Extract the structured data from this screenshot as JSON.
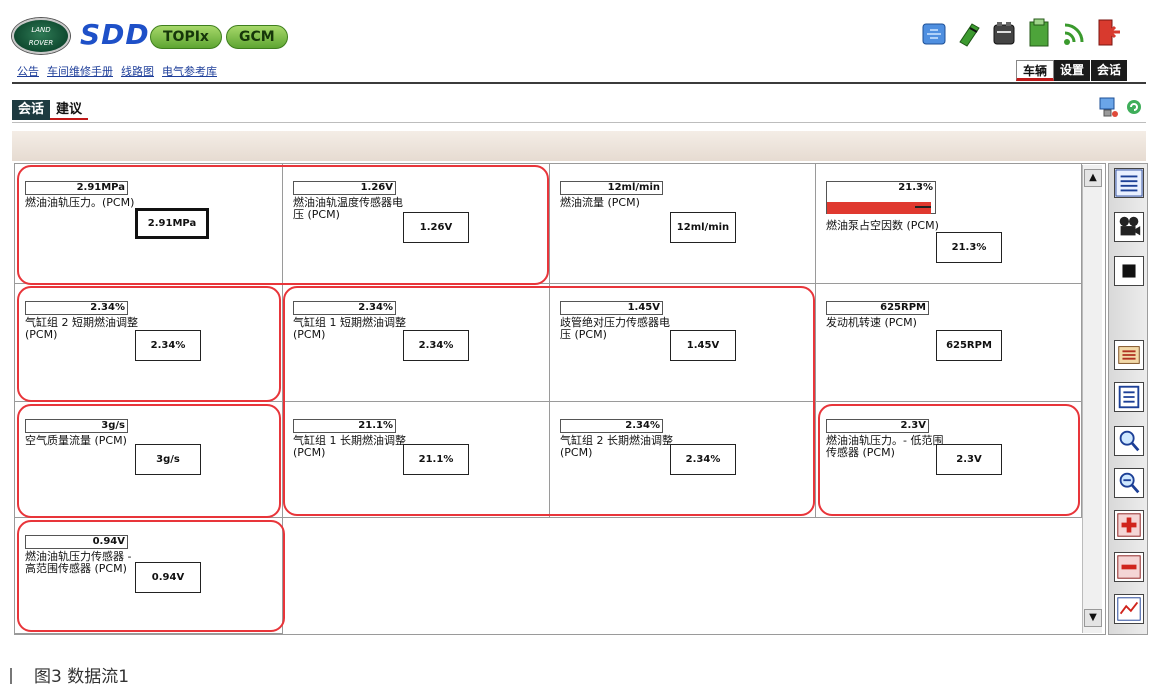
{
  "header": {
    "logo_text_top": "LAND",
    "logo_text_bottom": "ROVER",
    "app_name": "SDD",
    "buttons": [
      "TOPIx",
      "GCM"
    ],
    "links": [
      "公告",
      "车间维修手册",
      "线路图",
      "电气参考库"
    ],
    "tool_icons": [
      "network-icon",
      "diagnostic-tool-icon",
      "battery-icon",
      "clipboard-icon",
      "signal-icon",
      "exit-icon"
    ],
    "right_tabs": [
      {
        "label": "车辆",
        "active": true
      },
      {
        "label": "设置",
        "active": false
      },
      {
        "label": "会话",
        "active": false
      }
    ]
  },
  "subbar": {
    "tabs": [
      {
        "label": "会话",
        "active": false
      },
      {
        "label": "建议",
        "active": true
      }
    ],
    "icons": [
      "computer-icon",
      "refresh-icon"
    ]
  },
  "grid": {
    "parameters": [
      {
        "value": "2.91MPa",
        "name": "燃油油轨压力。(PCM)",
        "box": "2.91MPa"
      },
      {
        "value": "1.26V",
        "name": "燃油油轨温度传感器电压 (PCM)",
        "box": "1.26V"
      },
      {
        "value": "12ml/min",
        "name": "燃油流量 (PCM)",
        "box": "12ml/min"
      },
      {
        "value": "21.3%",
        "name": "燃油泵占空因数 (PCM)",
        "box": "21.3%",
        "fill_percent": 21.3
      },
      {
        "value": "2.34%",
        "name": "气缸组 2 短期燃油调整 (PCM)",
        "box": "2.34%"
      },
      {
        "value": "2.34%",
        "name": "气缸组 1 短期燃油调整 (PCM)",
        "box": "2.34%"
      },
      {
        "value": "1.45V",
        "name": "歧管绝对压力传感器电压 (PCM)",
        "box": "1.45V"
      },
      {
        "value": "625RPM",
        "name": "发动机转速 (PCM)",
        "box": "625RPM"
      },
      {
        "value": "3g/s",
        "name": "空气质量流量 (PCM)",
        "box": "3g/s"
      },
      {
        "value": "21.1%",
        "name": "气缸组 1 长期燃油调整 (PCM)",
        "box": "21.1%"
      },
      {
        "value": "2.34%",
        "name": "气缸组 2 长期燃油调整 (PCM)",
        "box": "2.34%"
      },
      {
        "value": "2.3V",
        "name": "燃油油轨压力。- 低范围传感器 (PCM)",
        "box": "2.3V"
      },
      {
        "value": "0.94V",
        "name": "燃油油轨压力传感器 - 高范围传感器 (PCM)",
        "box": "0.94V"
      }
    ]
  },
  "scrollbar": {
    "up": "▲",
    "down": "▼"
  },
  "right_tools": [
    "list-icon",
    "camera-icon",
    "stop-icon",
    "record-icon",
    "document-icon",
    "zoom-icon",
    "zoom-out-icon",
    "add-icon",
    "remove-icon",
    "graph-icon"
  ],
  "caption": "图3   数据流1",
  "colors": {
    "highlight": "#e8353a",
    "accent": "#1e50c8",
    "pill_green": "#5ea532",
    "fill_red": "#e0392f"
  }
}
